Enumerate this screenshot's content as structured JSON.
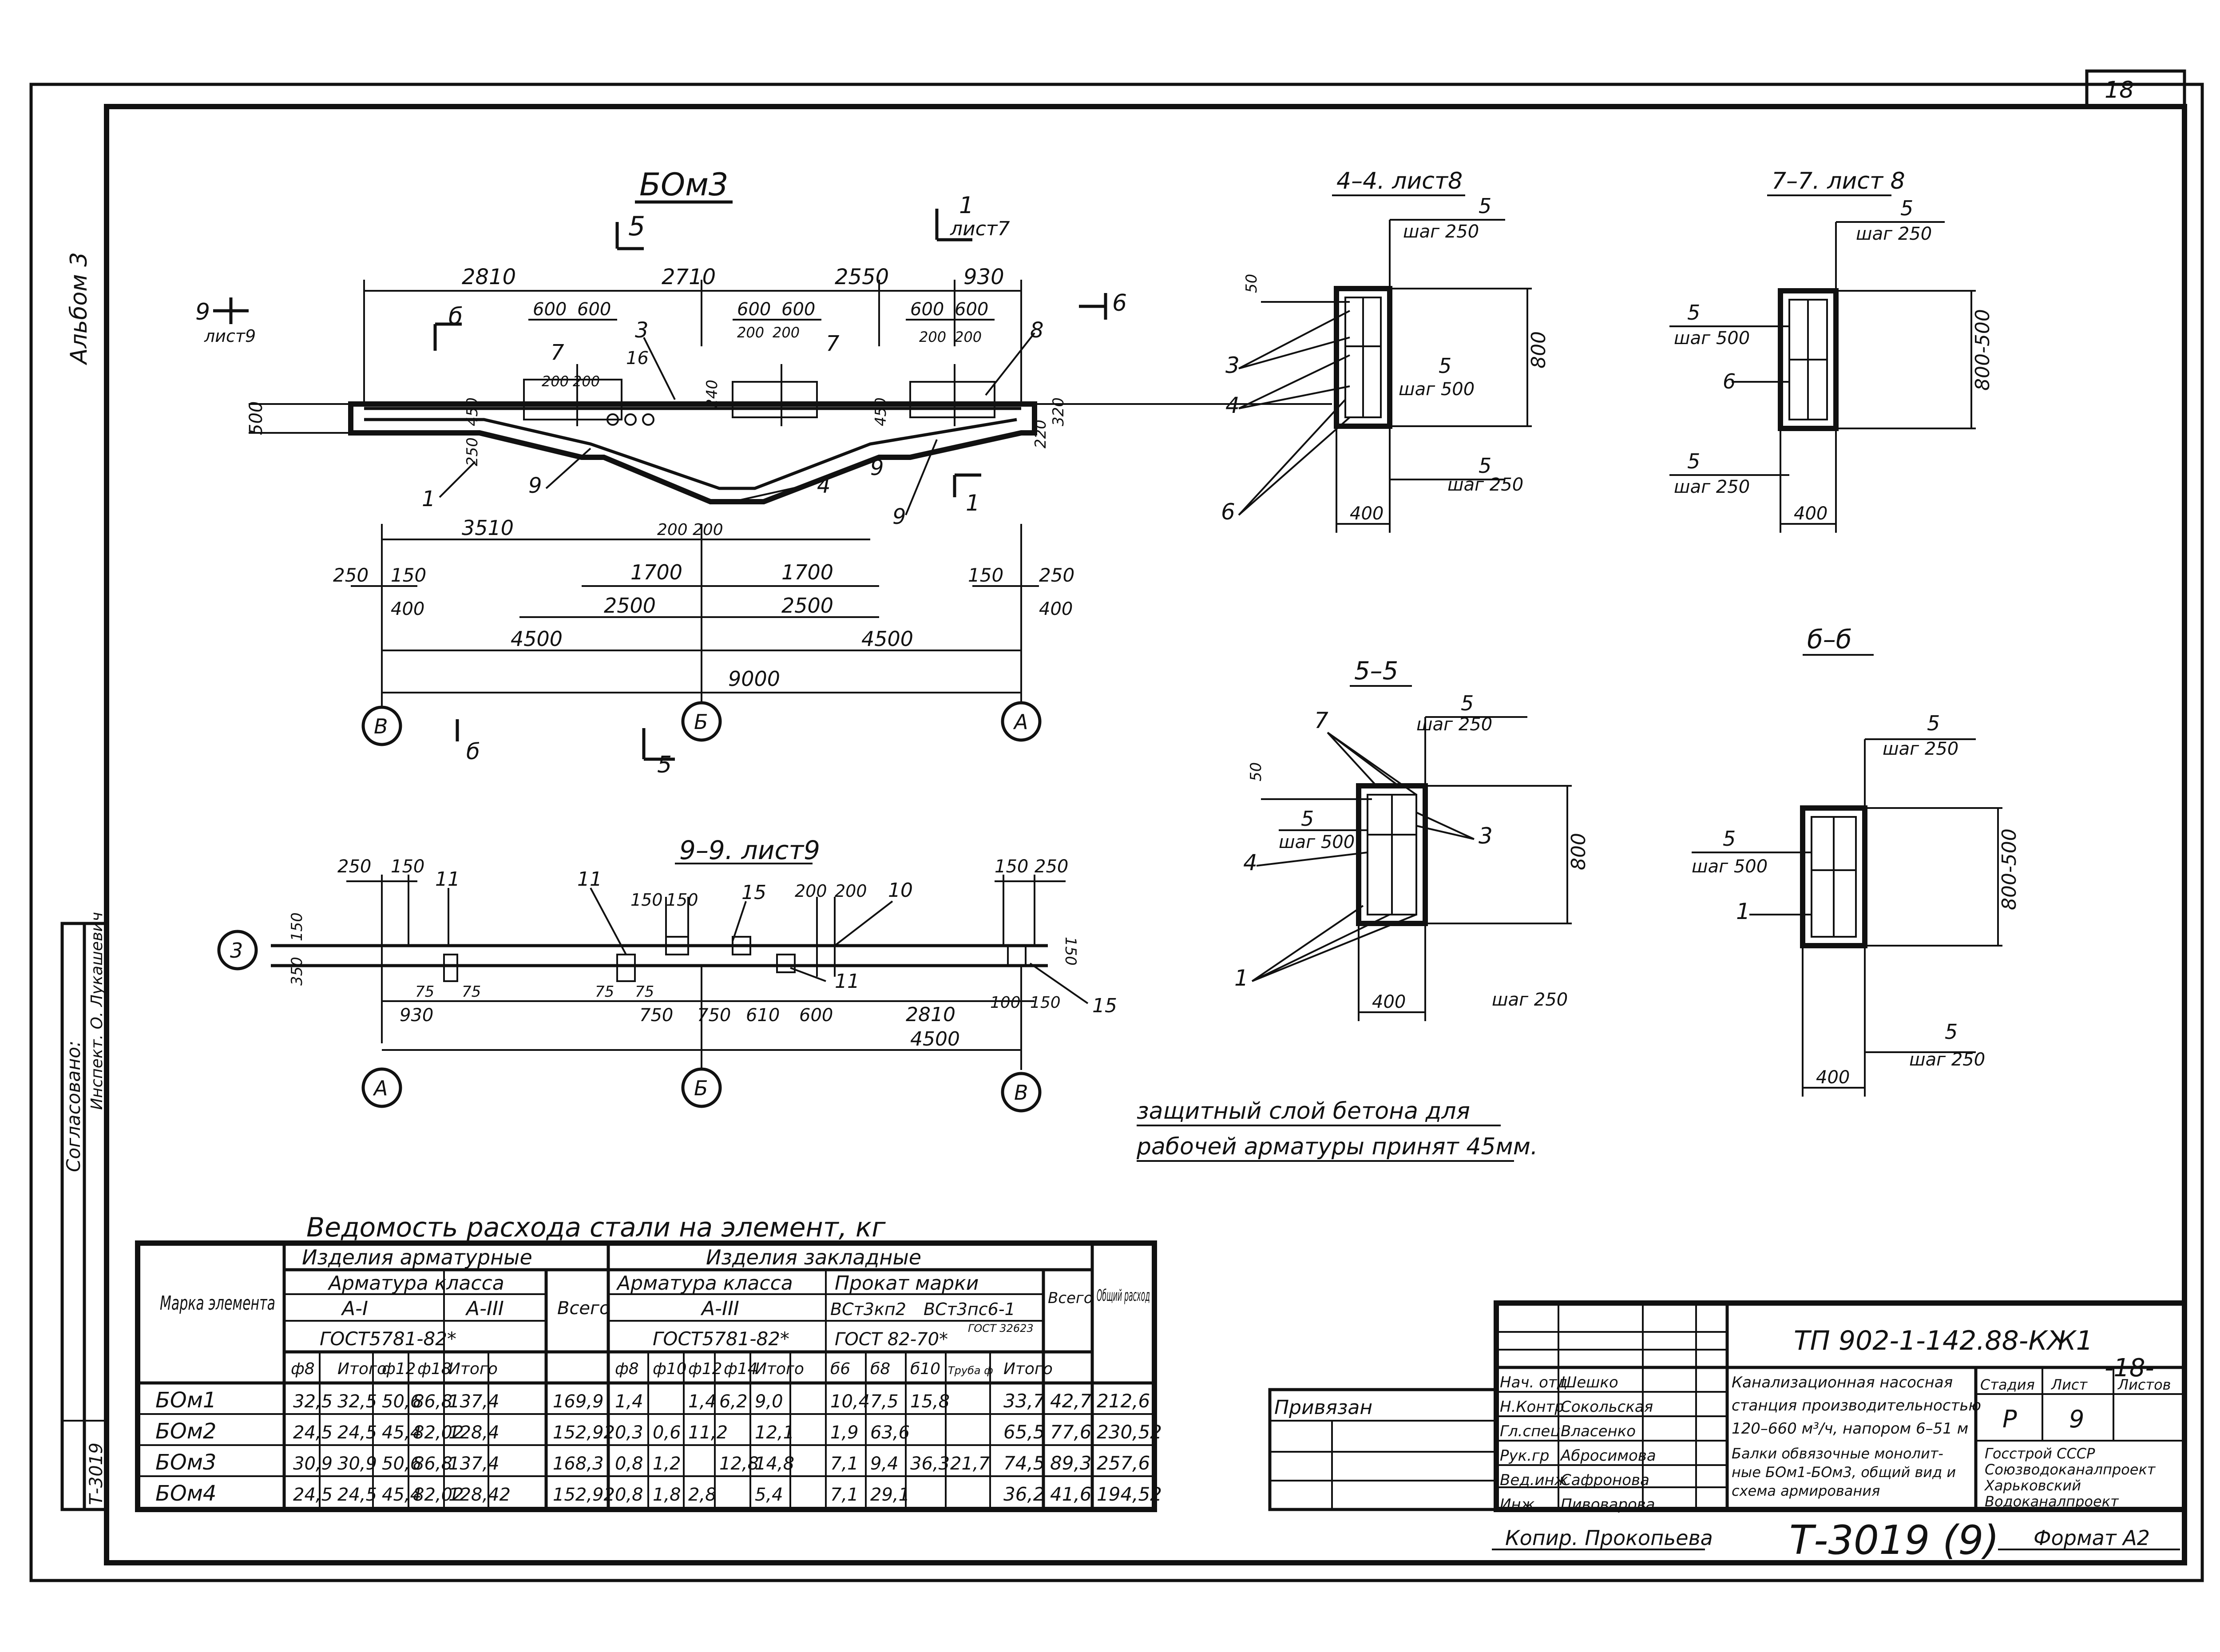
{
  "frame": {
    "sheet": "18",
    "left_strip": "Альбом 3",
    "agreed_label": "Согласовано:",
    "agreed_name": "Инспект. О. Лукашевич",
    "inv": "Т-3019"
  },
  "main_view": {
    "title": "БОм3",
    "section_marks": [
      "5",
      "1",
      "лист7",
      "9",
      "лист9",
      "б",
      "6",
      "1",
      "5",
      "5",
      "б"
    ],
    "top_dims": [
      "2810",
      "2710",
      "2550",
      "930"
    ],
    "pairs": [
      "600",
      "600",
      "600",
      "600",
      "600",
      "600"
    ],
    "small": [
      "200",
      "200",
      "200",
      "200",
      "200",
      "200"
    ],
    "heights": [
      "500",
      "450",
      "250",
      "450",
      "240",
      "320",
      "220"
    ],
    "bottom_dims": [
      "3510",
      "200",
      "200",
      "1700",
      "1700",
      "250",
      "150",
      "150",
      "250",
      "400",
      "400",
      "2500",
      "2500",
      "4500",
      "4500",
      "9000"
    ],
    "callouts": [
      "7",
      "16",
      "3",
      "7",
      "8",
      "1",
      "9",
      "4",
      "9",
      "9"
    ],
    "axes": [
      "В",
      "Б",
      "А"
    ]
  },
  "plan_view": {
    "title": "9–9. лист9",
    "dims_top": [
      "250",
      "150",
      "150",
      "150",
      "200",
      "200",
      "150",
      "250"
    ],
    "dims_bot": [
      "930",
      "75",
      "75",
      "75",
      "75",
      "750",
      "750",
      "610",
      "600",
      "2810",
      "100",
      "150",
      "4500"
    ],
    "callouts": [
      "11",
      "11",
      "15",
      "10",
      "11",
      "15"
    ],
    "side": [
      "150",
      "350",
      "150"
    ],
    "axis_left": "3",
    "axes": [
      "А",
      "Б",
      "В"
    ]
  },
  "sections": [
    {
      "title": "4–4. лист8",
      "labels": [
        "5",
        "шаг 250",
        "50",
        "5",
        "шаг 500",
        "800",
        "5",
        "шаг 250",
        "400",
        "3",
        "4",
        "6"
      ]
    },
    {
      "title": "7–7. лист 8",
      "labels": [
        "5",
        "шаг 250",
        "5",
        "шаг 500",
        "6",
        "800-500",
        "5",
        "шаг 250",
        "400"
      ]
    },
    {
      "title": "5–5",
      "labels": [
        "5",
        "шаг 250",
        "7",
        "50",
        "5",
        "шаг 500",
        "3",
        "800",
        "4",
        "1",
        "400",
        "шаг 250"
      ]
    },
    {
      "title": "б–б",
      "labels": [
        "5",
        "шаг 250",
        "5",
        "шаг 500",
        "800-500",
        "1",
        "5",
        "шаг 250",
        "400"
      ]
    }
  ],
  "note": [
    "защитный слой бетона для",
    "рабочей арматуры принят 45мм."
  ],
  "steel_table": {
    "title": "Ведомость расхода стали на элемент, кг",
    "h_mark": "Марка элемента",
    "h_arm": "Изделия арматурные",
    "h_zak": "Изделия закладные",
    "h_cls": "Арматура класса",
    "h_a1": "А-I",
    "h_a3": "А-III",
    "h_all": "Всего",
    "h_cls2": "Арматура класса",
    "h_a3b": "А-III",
    "h_rolled": "Прокат марки",
    "h_s1": "ВСт3кп2",
    "h_s2": "ВСт3пс6-1",
    "h_all2": "Всего",
    "h_total": "Общий расход",
    "h_g1": "ГОСТ5781-82*",
    "h_g2": "ГОСТ5781-82*",
    "h_g3": "ГОСТ 82-70*",
    "h_g4": "ГОСТ 32623",
    "cols": [
      "ф8",
      "Итого",
      "ф12",
      "ф18",
      "Итого",
      "ф8",
      "ф10",
      "ф12",
      "ф14",
      "Итого",
      "б6",
      "б8",
      "б10",
      "Труба ф",
      "Итого"
    ],
    "rows": [
      [
        "БОм1",
        "32,5",
        "32,5",
        "50,6",
        "86,8",
        "137,4",
        "169,9",
        "1,4",
        "",
        "1,4",
        "6,2",
        "9,0",
        "10,4",
        "7,5",
        "15,8",
        "",
        "33,7",
        "42,7",
        "212,6"
      ],
      [
        "БОм2",
        "24,5",
        "24,5",
        "45,4",
        "82,02",
        "128,4",
        "152,92",
        "0,3",
        "0,6",
        "11,2",
        "",
        "12,1",
        "1,9",
        "63,6",
        "",
        "",
        "65,5",
        "77,6",
        "230,52"
      ],
      [
        "БОм3",
        "30,9",
        "30,9",
        "50,6",
        "86,8",
        "137,4",
        "168,3",
        "0,8",
        "1,2",
        "",
        "12,8",
        "14,8",
        "7,1",
        "9,4",
        "36,3",
        "21,7",
        "74,5",
        "89,3",
        "257,6"
      ],
      [
        "БОм4",
        "24,5",
        "24,5",
        "45,4",
        "82,02",
        "128,42",
        "152,92",
        "0,8",
        "1,8",
        "2,8",
        "",
        "5,4",
        "7,1",
        "29,1",
        "",
        "",
        "36,2",
        "41,6",
        "194,52"
      ]
    ]
  },
  "title_block": {
    "code": "ТП 902-1-142.88-КЖ1",
    "sheet_no": "-18-",
    "stage_h": "Стадия",
    "sheet_h": "Лист",
    "sheets_h": "Листов",
    "stage": "Р",
    "sheet": "9",
    "bound": "Привязан",
    "roles": [
      "Нач. отд",
      "Н.Контр",
      "Гл.спец",
      "Рук.гр",
      "Вед.инж",
      "Инж"
    ],
    "names": [
      "Шешко",
      "Сокольская",
      "Власенко",
      "Абросимова",
      "Сафронова",
      "Пивоварова"
    ],
    "desc1": [
      "Канализационная насосная",
      "станция производительностью",
      "120–660 м³/ч, напором 6–51 м"
    ],
    "desc2": [
      "Балки обвязочные монолит-",
      "ные БОм1-БОм3, общий вид и",
      "схема армирования"
    ],
    "org": [
      "Госстрой СССР",
      "Союзводоканалпроект",
      "Харьковский",
      "Водоканалпроект"
    ]
  },
  "footer": {
    "copier": "Копир. Прокопьева",
    "inv_no": "Т-3019 (9)",
    "format": "Формат А2"
  }
}
